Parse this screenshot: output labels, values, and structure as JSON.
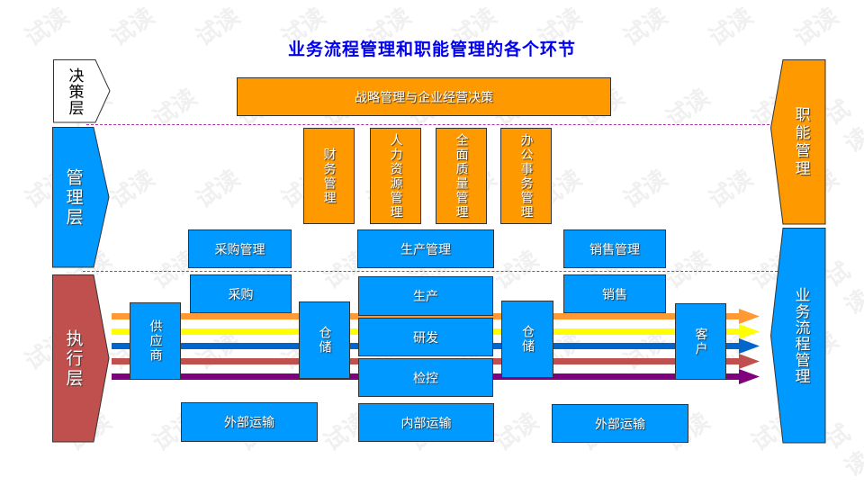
{
  "title": "业务流程管理和职能管理的各个环节",
  "layers": {
    "decision": "决策层",
    "management": "管理层",
    "execution": "执行层"
  },
  "right_labels": {
    "functional": "职能管理",
    "business_process": "业务流程管理"
  },
  "decision_box": "战略管理与企业经营决策",
  "functional_boxes": [
    "财务管理",
    "人力资源管理",
    "全面质量管理",
    "办公事务管理"
  ],
  "management_boxes": {
    "purchasing": "采购管理",
    "production": "生产管理",
    "sales": "销售管理"
  },
  "execution": {
    "supplier": "供应商",
    "purchase": "采购",
    "warehouse_1": "仓储",
    "production": "生产",
    "rnd": "研发",
    "inspection": "检控",
    "warehouse_2": "仓储",
    "sales": "销售",
    "customer": "客户"
  },
  "transport": {
    "external_1": "外部运输",
    "internal": "内部运输",
    "external_2": "外部运输"
  },
  "flow_colors": [
    "#ff9933",
    "#ffff00",
    "#0066cc",
    "#c0504d",
    "#800080"
  ],
  "colors": {
    "blue": "#0099ff",
    "orange": "#ff9900",
    "red": "#c0504d",
    "title": "#0000ee"
  },
  "watermark": "试读"
}
